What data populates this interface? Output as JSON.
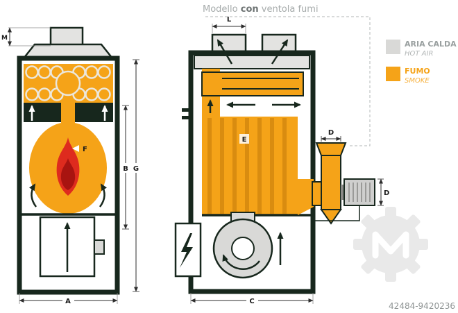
{
  "title": {
    "part1": "Modello ",
    "part2": "con",
    "part3": " ventola fumi"
  },
  "legend": {
    "hot_air": {
      "label": "ARIA CALDA",
      "sublabel": "HOT AIR",
      "color": "#d9d9d7"
    },
    "smoke": {
      "label": "FUMO",
      "sublabel": "SMOKE",
      "color": "#f5a318"
    }
  },
  "labels": {
    "m": "M",
    "b": "B",
    "g": "G",
    "a": "A",
    "f": "F",
    "l": "L",
    "e": "E",
    "d_top": "D",
    "d_side": "D",
    "c": "C"
  },
  "watermark_id": "42484-9420236",
  "colors": {
    "smoke": "#f5a318",
    "hot_air": "#e3e3e1",
    "outline": "#17271d",
    "flame_outer": "#de2b1e",
    "flame_inner": "#a81410"
  }
}
